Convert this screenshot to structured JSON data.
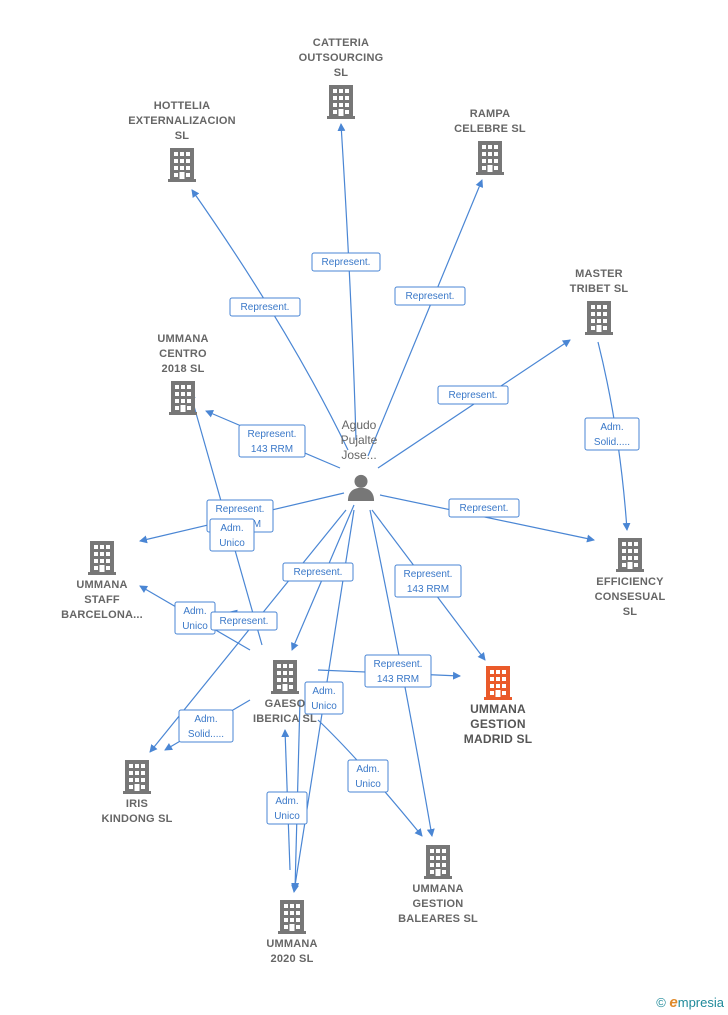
{
  "colors": {
    "edge": "#4a86d4",
    "company": "#777777",
    "highlight": "#ea5a2a",
    "person": "#777777"
  },
  "person": {
    "id": "p",
    "lines": [
      "Agudo",
      "Pujalte",
      "Jose..."
    ],
    "icon": "person-icon"
  },
  "nodes": [
    {
      "id": "catteria",
      "lines": [
        "CATTERIA",
        "OUTSOURCING",
        "SL"
      ],
      "icon": "building-icon"
    },
    {
      "id": "hottelia",
      "lines": [
        "HOTTELIA",
        "EXTERNALIZACION",
        "SL"
      ],
      "icon": "building-icon"
    },
    {
      "id": "rampa",
      "lines": [
        "RAMPA",
        "CELEBRE  SL"
      ],
      "icon": "building-icon"
    },
    {
      "id": "master",
      "lines": [
        "MASTER",
        "TRIBET  SL"
      ],
      "icon": "building-icon"
    },
    {
      "id": "centro",
      "lines": [
        "UMMANA",
        "CENTRO",
        "2018  SL"
      ],
      "icon": "building-icon"
    },
    {
      "id": "staff",
      "lines": [
        "UMMANA",
        "STAFF",
        "BARCELONA..."
      ],
      "icon": "building-icon"
    },
    {
      "id": "efficiency",
      "lines": [
        "EFFICIENCY",
        "CONSESUAL",
        "SL"
      ],
      "icon": "building-icon"
    },
    {
      "id": "gaeso",
      "lines": [
        "GAESO",
        "IBERICA  SL"
      ],
      "icon": "building-icon"
    },
    {
      "id": "madrid",
      "lines": [
        "UMMANA",
        "GESTION",
        "MADRID  SL"
      ],
      "icon": "building-icon",
      "highlight": true
    },
    {
      "id": "iris",
      "lines": [
        "IRIS",
        "KINDONG  SL"
      ],
      "icon": "building-icon"
    },
    {
      "id": "baleares",
      "lines": [
        "UMMANA",
        "GESTION",
        "BALEARES  SL"
      ],
      "icon": "building-icon"
    },
    {
      "id": "u2020",
      "lines": [
        "UMMANA",
        "2020  SL"
      ],
      "icon": "building-icon"
    }
  ],
  "edges": [
    {
      "from": "p",
      "to": "catteria",
      "label": [
        "Represent."
      ]
    },
    {
      "from": "p",
      "to": "hottelia",
      "label": [
        "Represent."
      ]
    },
    {
      "from": "p",
      "to": "rampa",
      "label": [
        "Represent."
      ]
    },
    {
      "from": "p",
      "to": "master",
      "label": [
        "Represent."
      ]
    },
    {
      "from": "p",
      "to": "centro",
      "label": [
        "Represent.",
        "143 RRM"
      ]
    },
    {
      "from": "p",
      "to": "staff",
      "label": [
        "Represent.",
        "143 RRM"
      ]
    },
    {
      "from": "p",
      "to": "efficiency",
      "label": [
        "Represent."
      ]
    },
    {
      "from": "p",
      "to": "gaeso",
      "label": [
        "Represent."
      ]
    },
    {
      "from": "p",
      "to": "madrid",
      "label": [
        "Represent.",
        "143 RRM"
      ]
    },
    {
      "from": "p",
      "to": "iris",
      "label": []
    },
    {
      "from": "p",
      "to": "baleares",
      "label": []
    },
    {
      "from": "p",
      "to": "u2020",
      "label": []
    },
    {
      "from": "master",
      "to": "efficiency",
      "label": [
        "Adm.",
        "Solid....."
      ]
    },
    {
      "from": "gaeso",
      "to": "centro",
      "label": [
        "Adm.",
        "Unico"
      ]
    },
    {
      "from": "gaeso",
      "to": "staff",
      "label": [
        "Adm.",
        "Unico"
      ]
    },
    {
      "from": "gaeso",
      "to": "madrid",
      "label": [
        "Represent.",
        "143 RRM"
      ]
    },
    {
      "from": "gaeso",
      "to": "iris",
      "label": [
        "Adm.",
        "Solid....."
      ]
    },
    {
      "from": "gaeso",
      "to": "baleares",
      "label": [
        "Adm.",
        "Unico"
      ]
    },
    {
      "from": "gaeso",
      "to": "u2020",
      "label": [
        "Adm.",
        "Unico"
      ]
    },
    {
      "from": "u2020",
      "to": "gaeso",
      "label": [
        "Adm.",
        "Unico"
      ]
    },
    {
      "from": "gaeso",
      "to": "staff",
      "label": [
        "Represent."
      ]
    }
  ],
  "footer": {
    "copyright": "©",
    "brand_initial": "e",
    "brand_rest": "mpresia"
  }
}
